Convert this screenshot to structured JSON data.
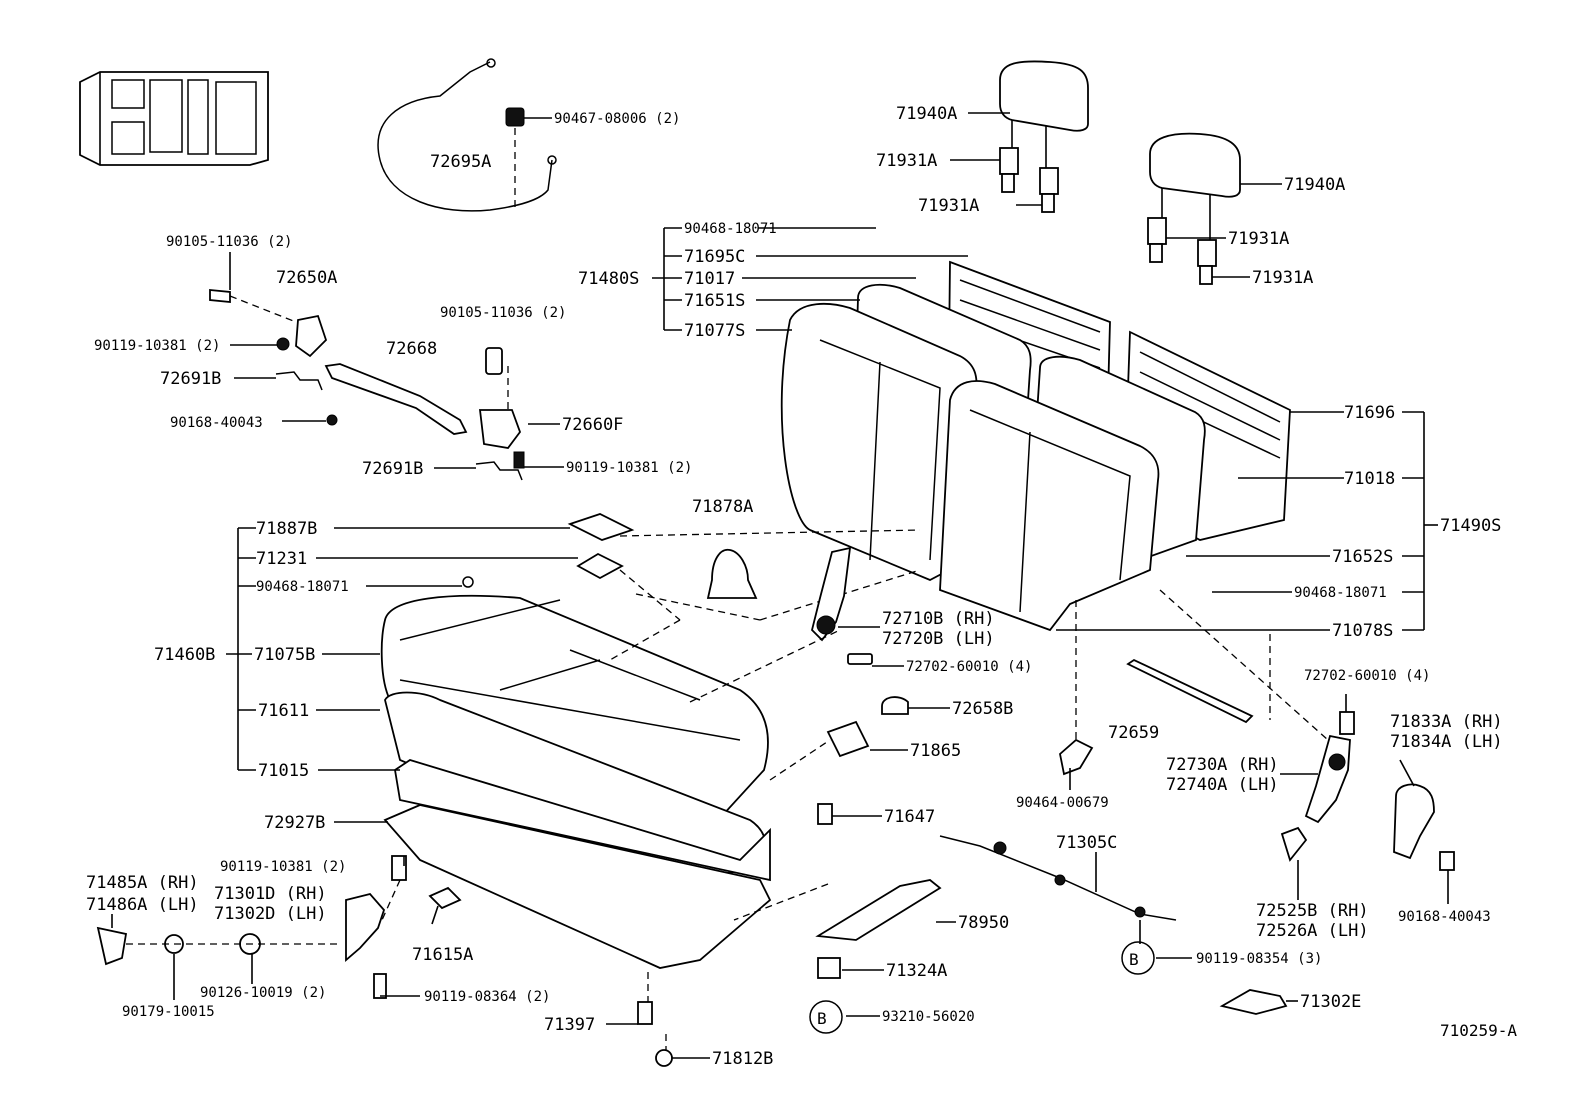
{
  "labels": {
    "p90467_08006": "90467-08006 (2)",
    "p72695A": "72695A",
    "p71940A_1": "71940A",
    "p71931A_1": "71931A",
    "p71931A_2": "71931A",
    "p71940A_2": "71940A",
    "p71931A_3": "71931A",
    "p71931A_4": "71931A",
    "p90105_11036_a": "90105-11036 (2)",
    "p72650A": "72650A",
    "p90119_10381_a": "90119-10381 (2)",
    "p72668": "72668",
    "p90105_11036_b": "90105-11036 (2)",
    "p72691B_1": "72691B",
    "p90168_40043_a": "90168-40043",
    "p72660F": "72660F",
    "p72691B_2": "72691B",
    "p90119_10381_b": "90119-10381 (2)",
    "p90468_18071_a": "90468-18071",
    "p71695C": "71695C",
    "p71480S": "71480S",
    "p71017": "71017",
    "p71651S": "71651S",
    "p71077S": "71077S",
    "p71696": "71696",
    "p71018": "71018",
    "p71490S": "71490S",
    "p71652S": "71652S",
    "p90468_18071_b": "90468-18071",
    "p71078S": "71078S",
    "p71878A": "71878A",
    "p71887B": "71887B",
    "p71231": "71231",
    "p90468_18071_c": "90468-18071",
    "p71460B": "71460B",
    "p71075B": "71075B",
    "p71611": "71611",
    "p71015": "71015",
    "p72927B": "72927B",
    "p72710B": "72710B (RH)",
    "p72720B": "72720B (LH)",
    "p72702_60010_a": "72702-60010 (4)",
    "p72658B": "72658B",
    "p71865": "71865",
    "p72659": "72659",
    "p72702_60010_b": "72702-60010 (4)",
    "p71833A": "71833A (RH)",
    "p71834A": "71834A (LH)",
    "p72730A": "72730A (RH)",
    "p72740A": "72740A (LH)",
    "p90464_00679": "90464-00679",
    "p71647": "71647",
    "p71305C": "71305C",
    "p90168_40043_b": "90168-40043",
    "p71485A": "71485A (RH)",
    "p71486A": "71486A (LH)",
    "p90119_10381_c": "90119-10381 (2)",
    "p71301D": "71301D (RH)",
    "p71302D": "71302D (LH)",
    "p78950": "78950",
    "p72525B": "72525B (RH)",
    "p72526A": "72526A (LH)",
    "p71615A": "71615A",
    "p71324A": "71324A",
    "pB_1": "B",
    "p90119_08354": "90119-08354 (3)",
    "p90126_10019": "90126-10019 (2)",
    "p90119_08364": "90119-08364 (2)",
    "p90179_10015": "90179-10015",
    "pB_2": "B",
    "p93210_56020": "93210-56020",
    "p71302E": "71302E",
    "p71397": "71397",
    "p71812B": "71812B",
    "diagram_ref": "710259-A"
  }
}
